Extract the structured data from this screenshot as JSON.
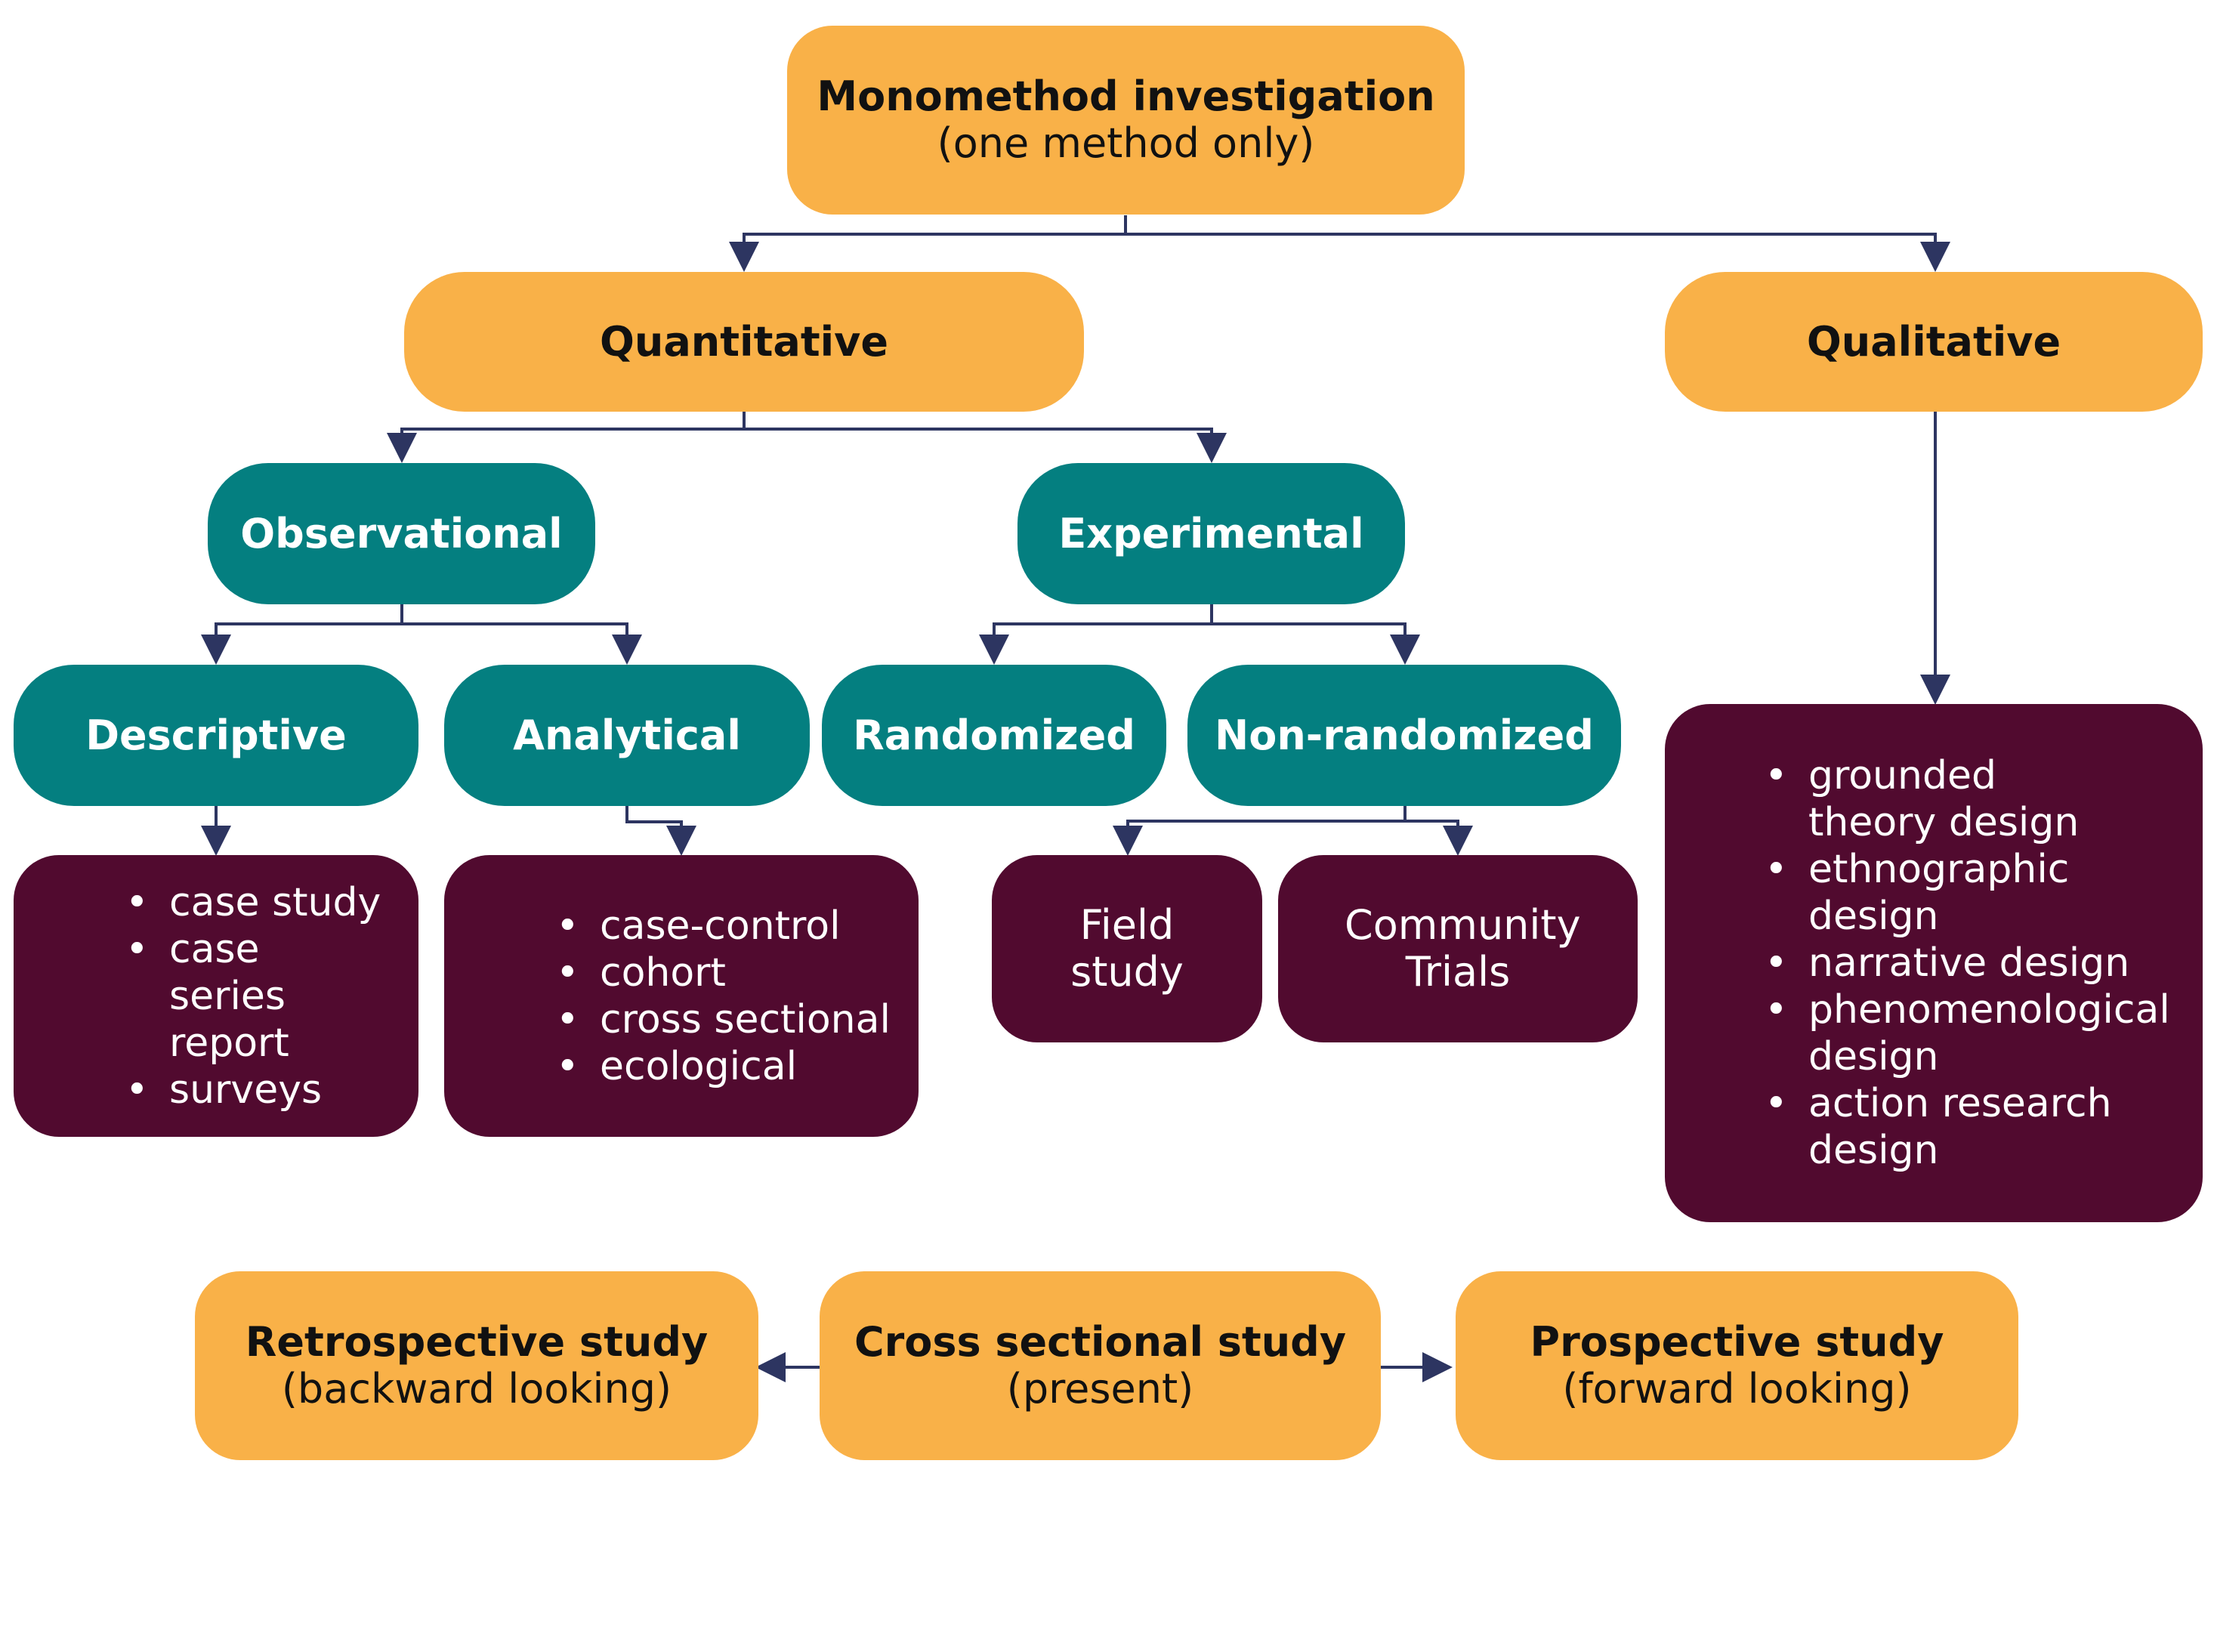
{
  "root": {
    "title": "Monomethod investigation",
    "subtitle": "(one method only)"
  },
  "quantitative": {
    "label": "Quantitative"
  },
  "qualitative": {
    "label": "Qualitative",
    "items": [
      "grounded theory design",
      "ethnographic design",
      "narrative design",
      "phenomenological design",
      "action research design"
    ]
  },
  "observational": {
    "label": "Observational"
  },
  "experimental": {
    "label": "Experimental"
  },
  "descriptive": {
    "label": "Descriptive",
    "items": [
      "case study",
      "case series report",
      "surveys"
    ]
  },
  "analytical": {
    "label": "Analytical",
    "items": [
      "case-control",
      "cohort",
      "cross sectional",
      "ecological"
    ]
  },
  "randomized": {
    "label": "Randomized"
  },
  "non_randomized": {
    "label": "Non-randomized",
    "field_study": "Field study",
    "community_trials": "Community Trials"
  },
  "timeline": {
    "retrospective": {
      "title": "Retrospective study",
      "subtitle": "(backward looking)"
    },
    "cross_sectional": {
      "title": "Cross sectional study",
      "subtitle": "(present)"
    },
    "prospective": {
      "title": "Prospective study",
      "subtitle": "(forward looking)"
    }
  },
  "colors": {
    "orange": "#f9b148",
    "teal": "#047f80",
    "maroon": "#510a2f",
    "connector": "#2d3561"
  }
}
